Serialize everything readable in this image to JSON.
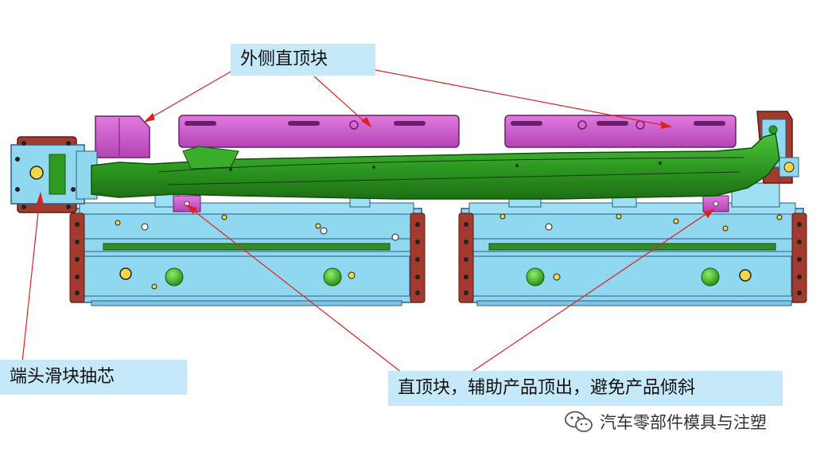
{
  "callouts": {
    "outer_lifter": "外侧直顶块",
    "end_slider": "端头滑块抽芯",
    "lifter_note": "直顶块，辅助产品顶出，避免产品倾斜"
  },
  "watermark": {
    "text": "汽车零部件模具与注塑",
    "icon": "wechat-icon"
  },
  "colors": {
    "part_green": "#2a8a1e",
    "lifter_magenta": "#c84fc8",
    "base_cyan": "#8fd8f0",
    "slider_red": "#a33a2e",
    "arrow_red": "#e02020",
    "callout_bg": "#c6e9f9"
  }
}
